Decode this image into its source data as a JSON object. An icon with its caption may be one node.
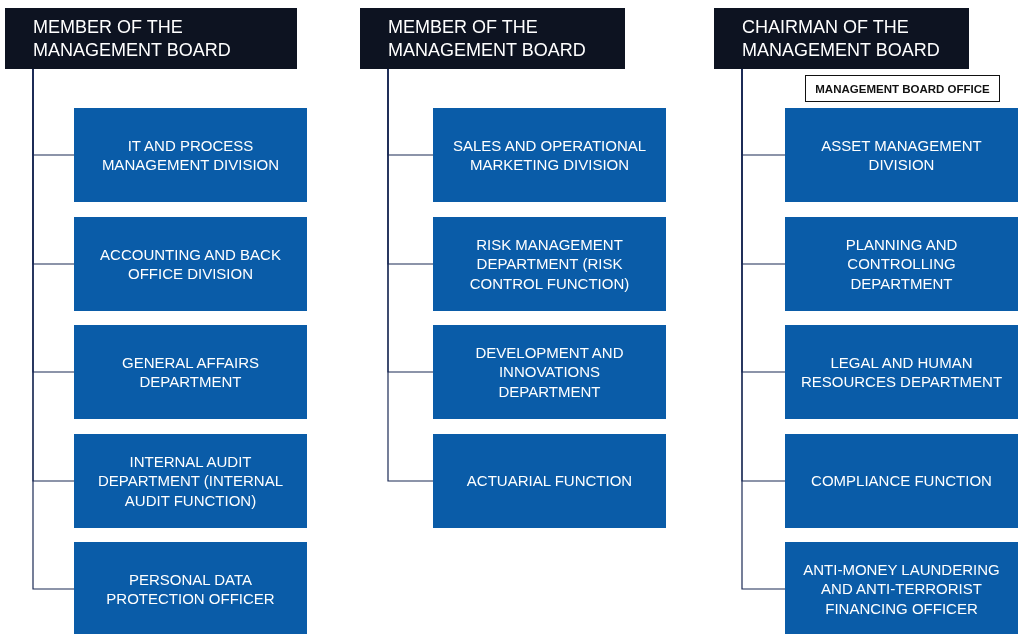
{
  "diagram": {
    "nodes": [
      {
        "text": [
          "MEMBER OF THE MANAGEMENT BOARD"
        ]
      },
      {
        "text": [
          "IT AND PROCESS MANAGEMENT DIVISION"
        ]
      },
      {
        "text": [
          "ACCOUNTING AND BACK OFFICE DIVISION"
        ]
      },
      {
        "text": [
          "GENERAL AFFAIRS DEPARTMENT"
        ]
      },
      {
        "text": [
          "INTERNAL AUDIT DEPARTMENT (INTERNAL AUDIT FUNCTION)"
        ]
      },
      {
        "text": [
          "PERSONAL DATA PROTECTION OFFICER"
        ]
      },
      {
        "text": [
          "MEMBER OF THE MANAGEMENT BOARD"
        ]
      },
      {
        "text": [
          "SALES AND OPERATIONAL MARKETING DIVISION"
        ]
      },
      {
        "text": [
          "RISK MANAGEMENT DEPARTMENT (RISK CONTROL FUNCTION)"
        ]
      },
      {
        "text": [
          "DEVELOPMENT AND INNOVATIONS DEPARTMENT"
        ]
      },
      {
        "text": [
          "ACTUARIAL FUNCTION"
        ]
      },
      {
        "text": [
          "CHAIRMAN OF THE MANAGEMENT BOARD"
        ]
      },
      {
        "text": [
          "MANAGEMENT BOARD OFFICE"
        ]
      },
      {
        "text": [
          "ASSET MANAGEMENT DIVISION"
        ]
      },
      {
        "text": [
          "PLANNING AND CONTROLLING DEPARTMENT"
        ]
      },
      {
        "text": [
          "LEGAL AND HUMAN RESOURCES DEPARTMENT"
        ]
      },
      {
        "text": [
          "COMPLIANCE FUNCTION"
        ]
      },
      {
        "text": [
          "ANTI-MONEY LAUNDERING AND ANTI-TERRORIST FINANCING OFFICER"
        ]
      }
    ],
    "edges": [
      {
        "from": 0,
        "to": 1,
        "arrow": "none"
      },
      {
        "from": 0,
        "to": 2,
        "arrow": "none"
      },
      {
        "from": 0,
        "to": 3,
        "arrow": "none"
      },
      {
        "from": 0,
        "to": 4,
        "arrow": "none"
      },
      {
        "from": 0,
        "to": 5,
        "arrow": "none"
      },
      {
        "from": 6,
        "to": 7,
        "arrow": "none"
      },
      {
        "from": 6,
        "to": 8,
        "arrow": "none"
      },
      {
        "from": 6,
        "to": 9,
        "arrow": "none"
      },
      {
        "from": 6,
        "to": 10,
        "arrow": "none"
      },
      {
        "from": 11,
        "to": 13,
        "arrow": "none"
      },
      {
        "from": 11,
        "to": 14,
        "arrow": "none"
      },
      {
        "from": 11,
        "to": 15,
        "arrow": "none"
      },
      {
        "from": 11,
        "to": 16,
        "arrow": "none"
      },
      {
        "from": 11,
        "to": 17,
        "arrow": "none"
      }
    ]
  }
}
